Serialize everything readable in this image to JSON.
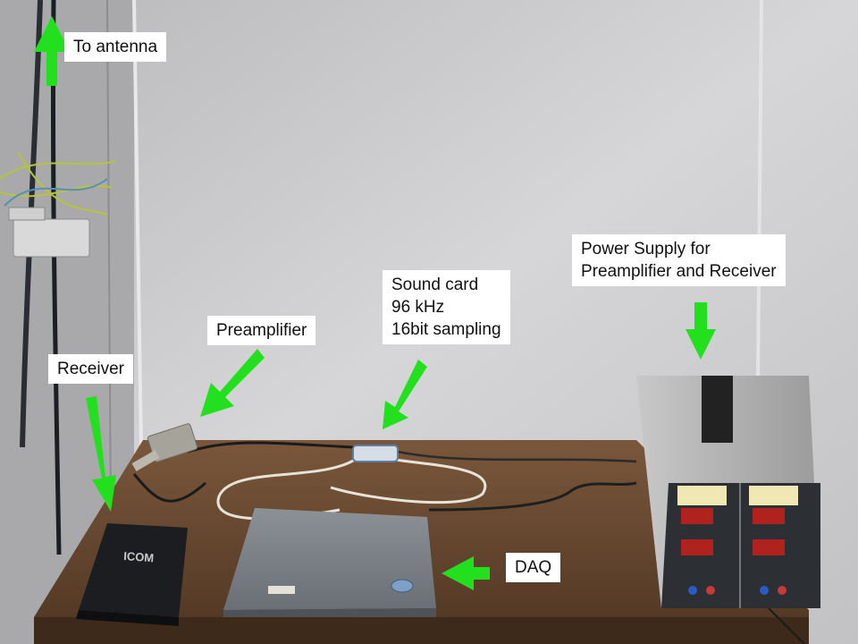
{
  "labels": {
    "antenna": [
      "To antenna"
    ],
    "receiver": [
      "Receiver"
    ],
    "preamp": [
      "Preamplifier"
    ],
    "soundcard": [
      "Sound card",
      "96 kHz",
      "16bit sampling"
    ],
    "power": [
      "Power Supply for",
      "Preamplifier and Receiver"
    ],
    "daq": [
      "DAQ"
    ]
  },
  "device_marks": {
    "receiver_brand": "ICOM"
  },
  "colors": {
    "arrow": "#22e01e",
    "wall": "#c9c9cb",
    "table": "#6a4a33",
    "label_bg": "#ffffff"
  },
  "icons": [
    "arrow-up-icon",
    "arrow-down-left-icon",
    "arrow-down-icon",
    "arrow-left-icon"
  ]
}
